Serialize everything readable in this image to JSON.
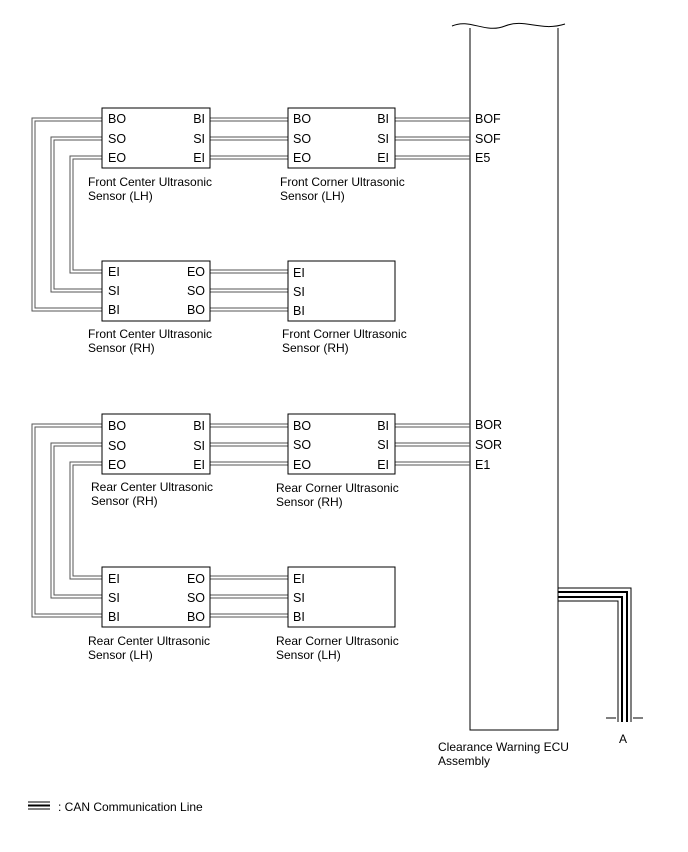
{
  "front_center_lh": {
    "pins": [
      "BO",
      "SO",
      "EO",
      "BI",
      "SI",
      "EI"
    ],
    "label": [
      "Front Center Ultrasonic",
      "Sensor (LH)"
    ]
  },
  "front_corner_lh": {
    "pins": [
      "BO",
      "SO",
      "EO",
      "BI",
      "SI",
      "EI"
    ],
    "label": [
      "Front Corner Ultrasonic",
      "Sensor (LH)"
    ]
  },
  "front_center_rh": {
    "pins": [
      "EI",
      "SI",
      "BI",
      "EO",
      "SO",
      "BO"
    ],
    "label": [
      "Front Center Ultrasonic",
      "Sensor (RH)"
    ]
  },
  "front_corner_rh": {
    "pins": [
      "EI",
      "SI",
      "BI"
    ],
    "label": [
      "Front Corner Ultrasonic",
      "Sensor (RH)"
    ]
  },
  "rear_center_rh": {
    "pins": [
      "BO",
      "SO",
      "EO",
      "BI",
      "SI",
      "EI"
    ],
    "label": [
      "Rear Center Ultrasonic",
      "Sensor (RH)"
    ]
  },
  "rear_corner_rh": {
    "pins": [
      "BO",
      "SO",
      "EO",
      "BI",
      "SI",
      "EI"
    ],
    "label": [
      "Rear Corner Ultrasonic",
      "Sensor (RH)"
    ]
  },
  "rear_center_lh": {
    "pins": [
      "EI",
      "SI",
      "BI",
      "EO",
      "SO",
      "BO"
    ],
    "label": [
      "Rear Center Ultrasonic",
      "Sensor (LH)"
    ]
  },
  "rear_corner_lh": {
    "pins": [
      "EI",
      "SI",
      "BI"
    ],
    "label": [
      "Rear Corner Ultrasonic",
      "Sensor (LH)"
    ]
  },
  "ecu": {
    "front_pins": [
      "BOF",
      "SOF",
      "E5"
    ],
    "rear_pins": [
      "BOR",
      "SOR",
      "E1"
    ],
    "label": [
      "Clearance Warning ECU",
      "Assembly"
    ],
    "connector": "A"
  },
  "legend": {
    "text": ": CAN Communication Line"
  }
}
